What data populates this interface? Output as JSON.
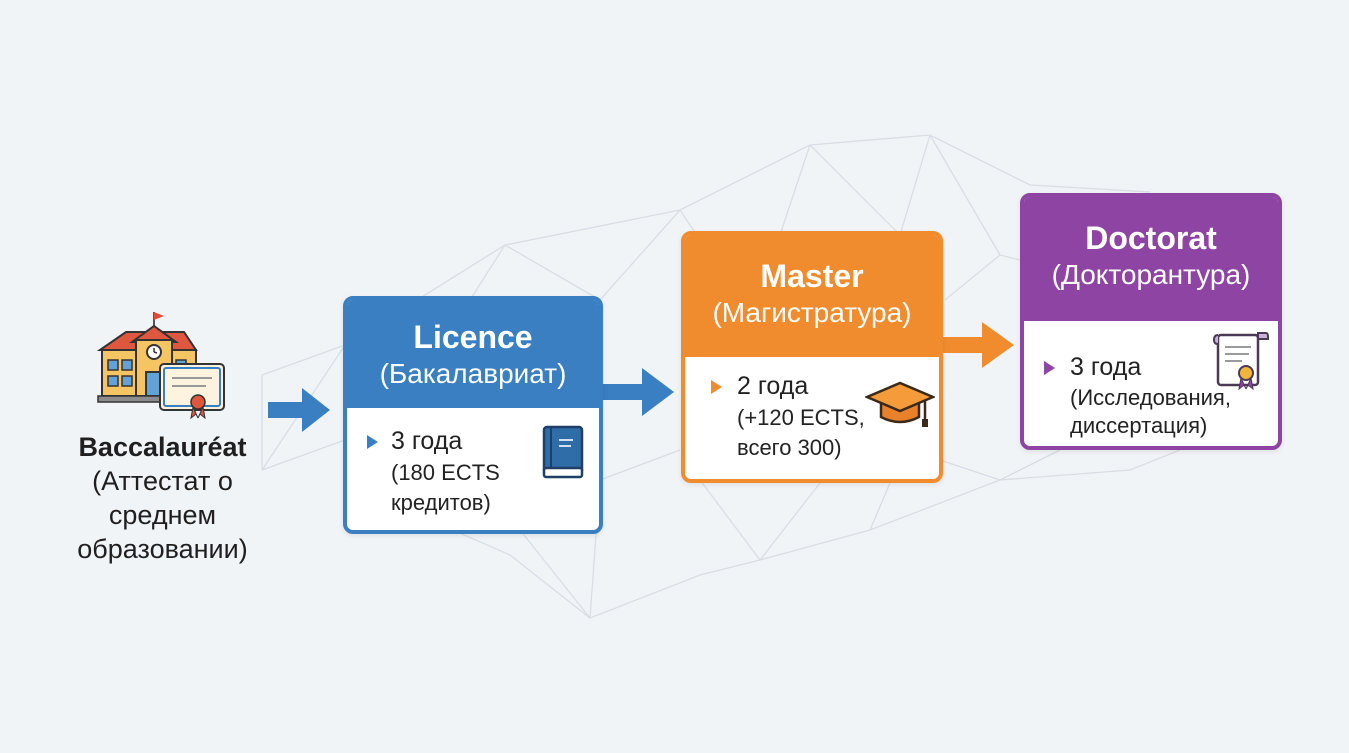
{
  "start": {
    "title": "Baccalauréat",
    "subtitle_lines": [
      "(Аттестат о",
      "среднем",
      "образовании)"
    ],
    "icon": "school-diploma-icon"
  },
  "stages": [
    {
      "title": "Licence",
      "subtitle": "(Бакалавриат)",
      "duration": "3 года",
      "detail_lines": [
        "(180 ECTS",
        "кредитов)"
      ],
      "icon": "book-icon",
      "color": "#3a7fc1"
    },
    {
      "title": "Master",
      "subtitle": "(Магистратура)",
      "duration": "2 года",
      "detail_lines": [
        "(+120 ECTS,",
        "всего 300)"
      ],
      "icon": "graduation-cap-icon",
      "color": "#f08c2e"
    },
    {
      "title": "Doctorat",
      "subtitle": "(Докторантура)",
      "duration": "3 года",
      "detail_lines": [
        "(Исследования,",
        "диссертация)"
      ],
      "icon": "certificate-scroll-icon",
      "color": "#8e44a2"
    }
  ]
}
